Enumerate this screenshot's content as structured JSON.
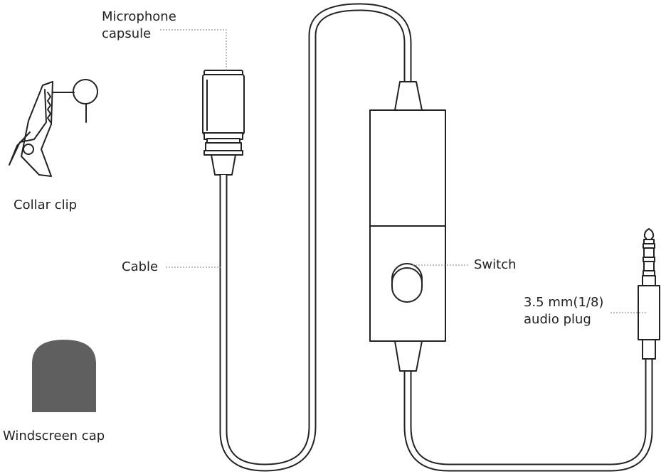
{
  "labels": {
    "microphone_capsule_line1": "Microphone",
    "microphone_capsule_line2": "capsule",
    "collar_clip": "Collar clip",
    "cable": "Cable",
    "switch": "Switch",
    "audio_plug_line1": "3.5 mm(1/8)",
    "audio_plug_line2": "audio plug",
    "windscreen_cap": "Windscreen cap"
  },
  "colors": {
    "line": "#222222",
    "leader": "#9a9a9a",
    "windscreen_fill": "#5f5f5f"
  }
}
